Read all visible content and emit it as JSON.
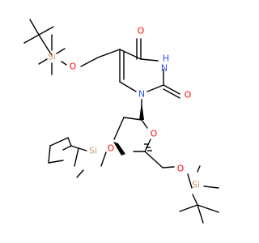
{
  "molecule": {
    "atoms": {
      "si1": "Si",
      "o1": "O",
      "o2": "O",
      "nh": "H",
      "n3": "N",
      "o3": "O",
      "n1": "N",
      "o_ring": "O",
      "o_si2": "O",
      "si2": "Si",
      "o_si3": "O",
      "si3": "Si"
    },
    "colors": {
      "bond": "#000000",
      "oxygen": "#ff0d0d",
      "nitrogen": "#3050f8",
      "silicon": "#c8a078"
    }
  }
}
